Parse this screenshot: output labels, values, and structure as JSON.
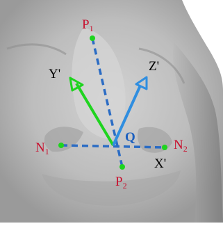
{
  "colors": {
    "background": "#ffffff",
    "surface_light": "#c9c9c9",
    "surface_mid": "#a8a8a8",
    "surface_dark": "#6b6b6b",
    "dashed_axis": "#2b6cc4",
    "z_axis": "#2f8ee0",
    "y_axis": "#1fd41f",
    "point_marker": "#1ed41e",
    "point_label_red": "#c8102e",
    "axis_label": "#000000"
  },
  "labels": {
    "p1": "P",
    "p1_sub": "1",
    "p2": "P",
    "p2_sub": "2",
    "n1": "N",
    "n1_sub": "1",
    "n2": "N",
    "n2_sub": "2",
    "q": "Q",
    "x_axis": "X'",
    "y_axis": "Y'",
    "z_axis": "Z'"
  }
}
